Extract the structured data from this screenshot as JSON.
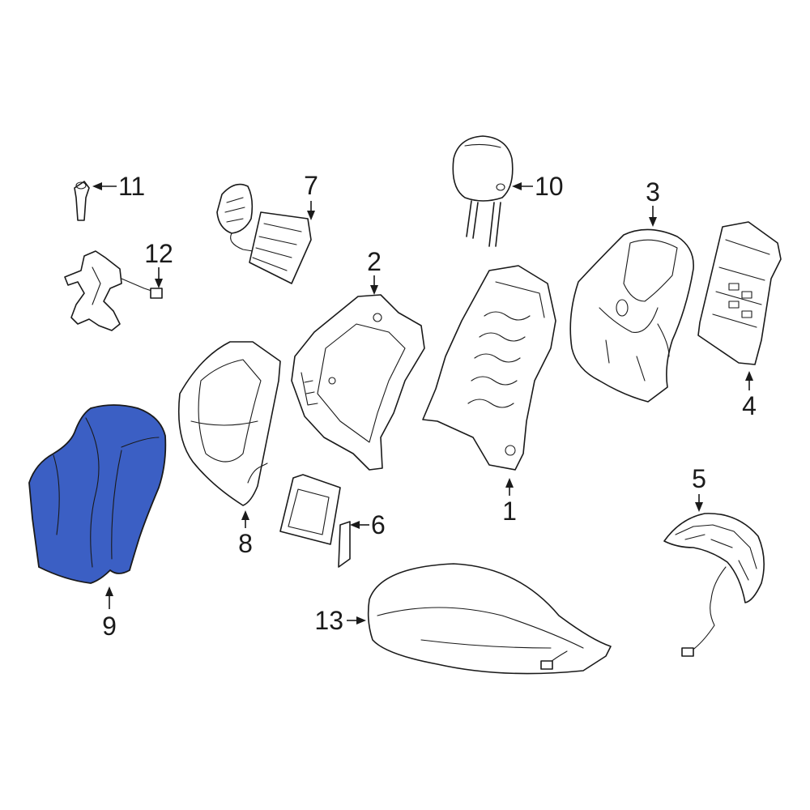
{
  "diagram": {
    "highlight_color": "#3b5fc4",
    "outline_color": "#1a1a1a",
    "background_color": "#ffffff",
    "callouts": {
      "c1": "1",
      "c2": "2",
      "c3": "3",
      "c4": "4",
      "c5": "5",
      "c6": "6",
      "c7": "7",
      "c8": "8",
      "c9": "9",
      "c10": "10",
      "c11": "11",
      "c12": "12",
      "c13": "13"
    },
    "highlighted_part": "9"
  }
}
